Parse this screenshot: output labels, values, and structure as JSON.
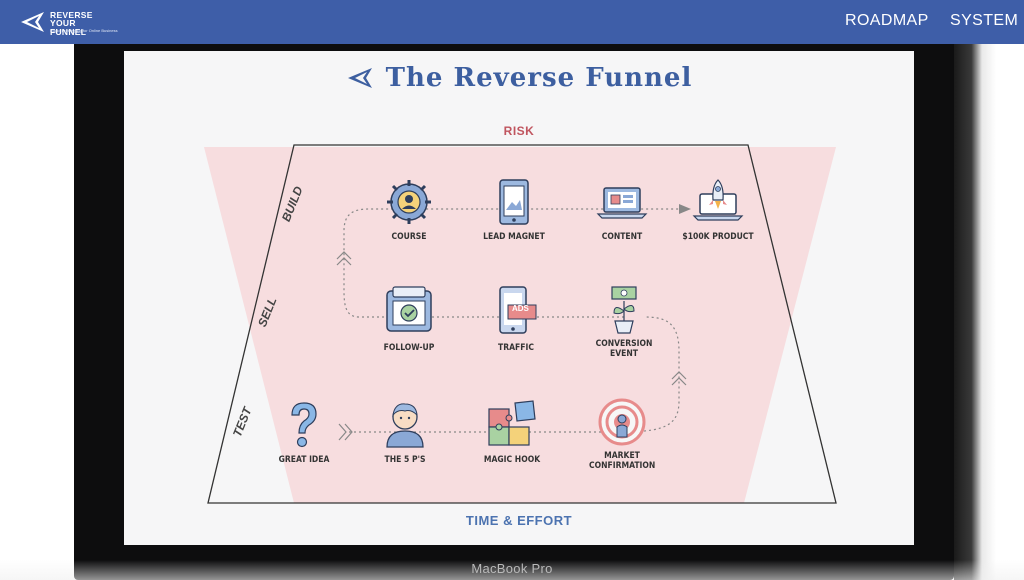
{
  "nav": {
    "logo_line1": "REVERSE",
    "logo_line2": "YOUR FUNNEL",
    "logo_tagline": "Rapid Prototyping for Online Business",
    "links": [
      "ROADMAP",
      "SYSTEM"
    ],
    "bar_color": "#3e5ea8"
  },
  "device": {
    "label": "MacBook Pro"
  },
  "infographic": {
    "title": "The Reverse Funnel",
    "risk_label": "RISK",
    "effort_label": "TIME & EFFORT",
    "stages": [
      "BUILD",
      "SELL",
      "TEST"
    ],
    "build_steps": [
      "COURSE",
      "LEAD MAGNET",
      "CONTENT",
      "$100K PRODUCT"
    ],
    "sell_steps": [
      "FOLLOW-UP",
      "TRAFFIC",
      "CONVERSION EVENT"
    ],
    "test_steps": [
      "GREAT IDEA",
      "THE 5 P'S",
      "MAGIC HOOK",
      "MARKET CONFIRMATION"
    ],
    "ads_badge": "ADS",
    "colors": {
      "title": "#3d5fa0",
      "risk": "#c0555f",
      "effort": "#4c73b0",
      "risk_fill": "#f7d8da"
    },
    "icons": {
      "course": "gear-person-icon",
      "lead_magnet": "tablet-image-icon",
      "content": "laptop-icon",
      "product": "laptop-rocket-icon",
      "follow_up": "tablet-check-icon",
      "traffic": "phone-ads-icon",
      "conversion": "money-plant-icon",
      "idea": "question-mark-icon",
      "five_ps": "person-icon",
      "hook": "puzzle-icon",
      "market": "target-person-icon"
    }
  }
}
